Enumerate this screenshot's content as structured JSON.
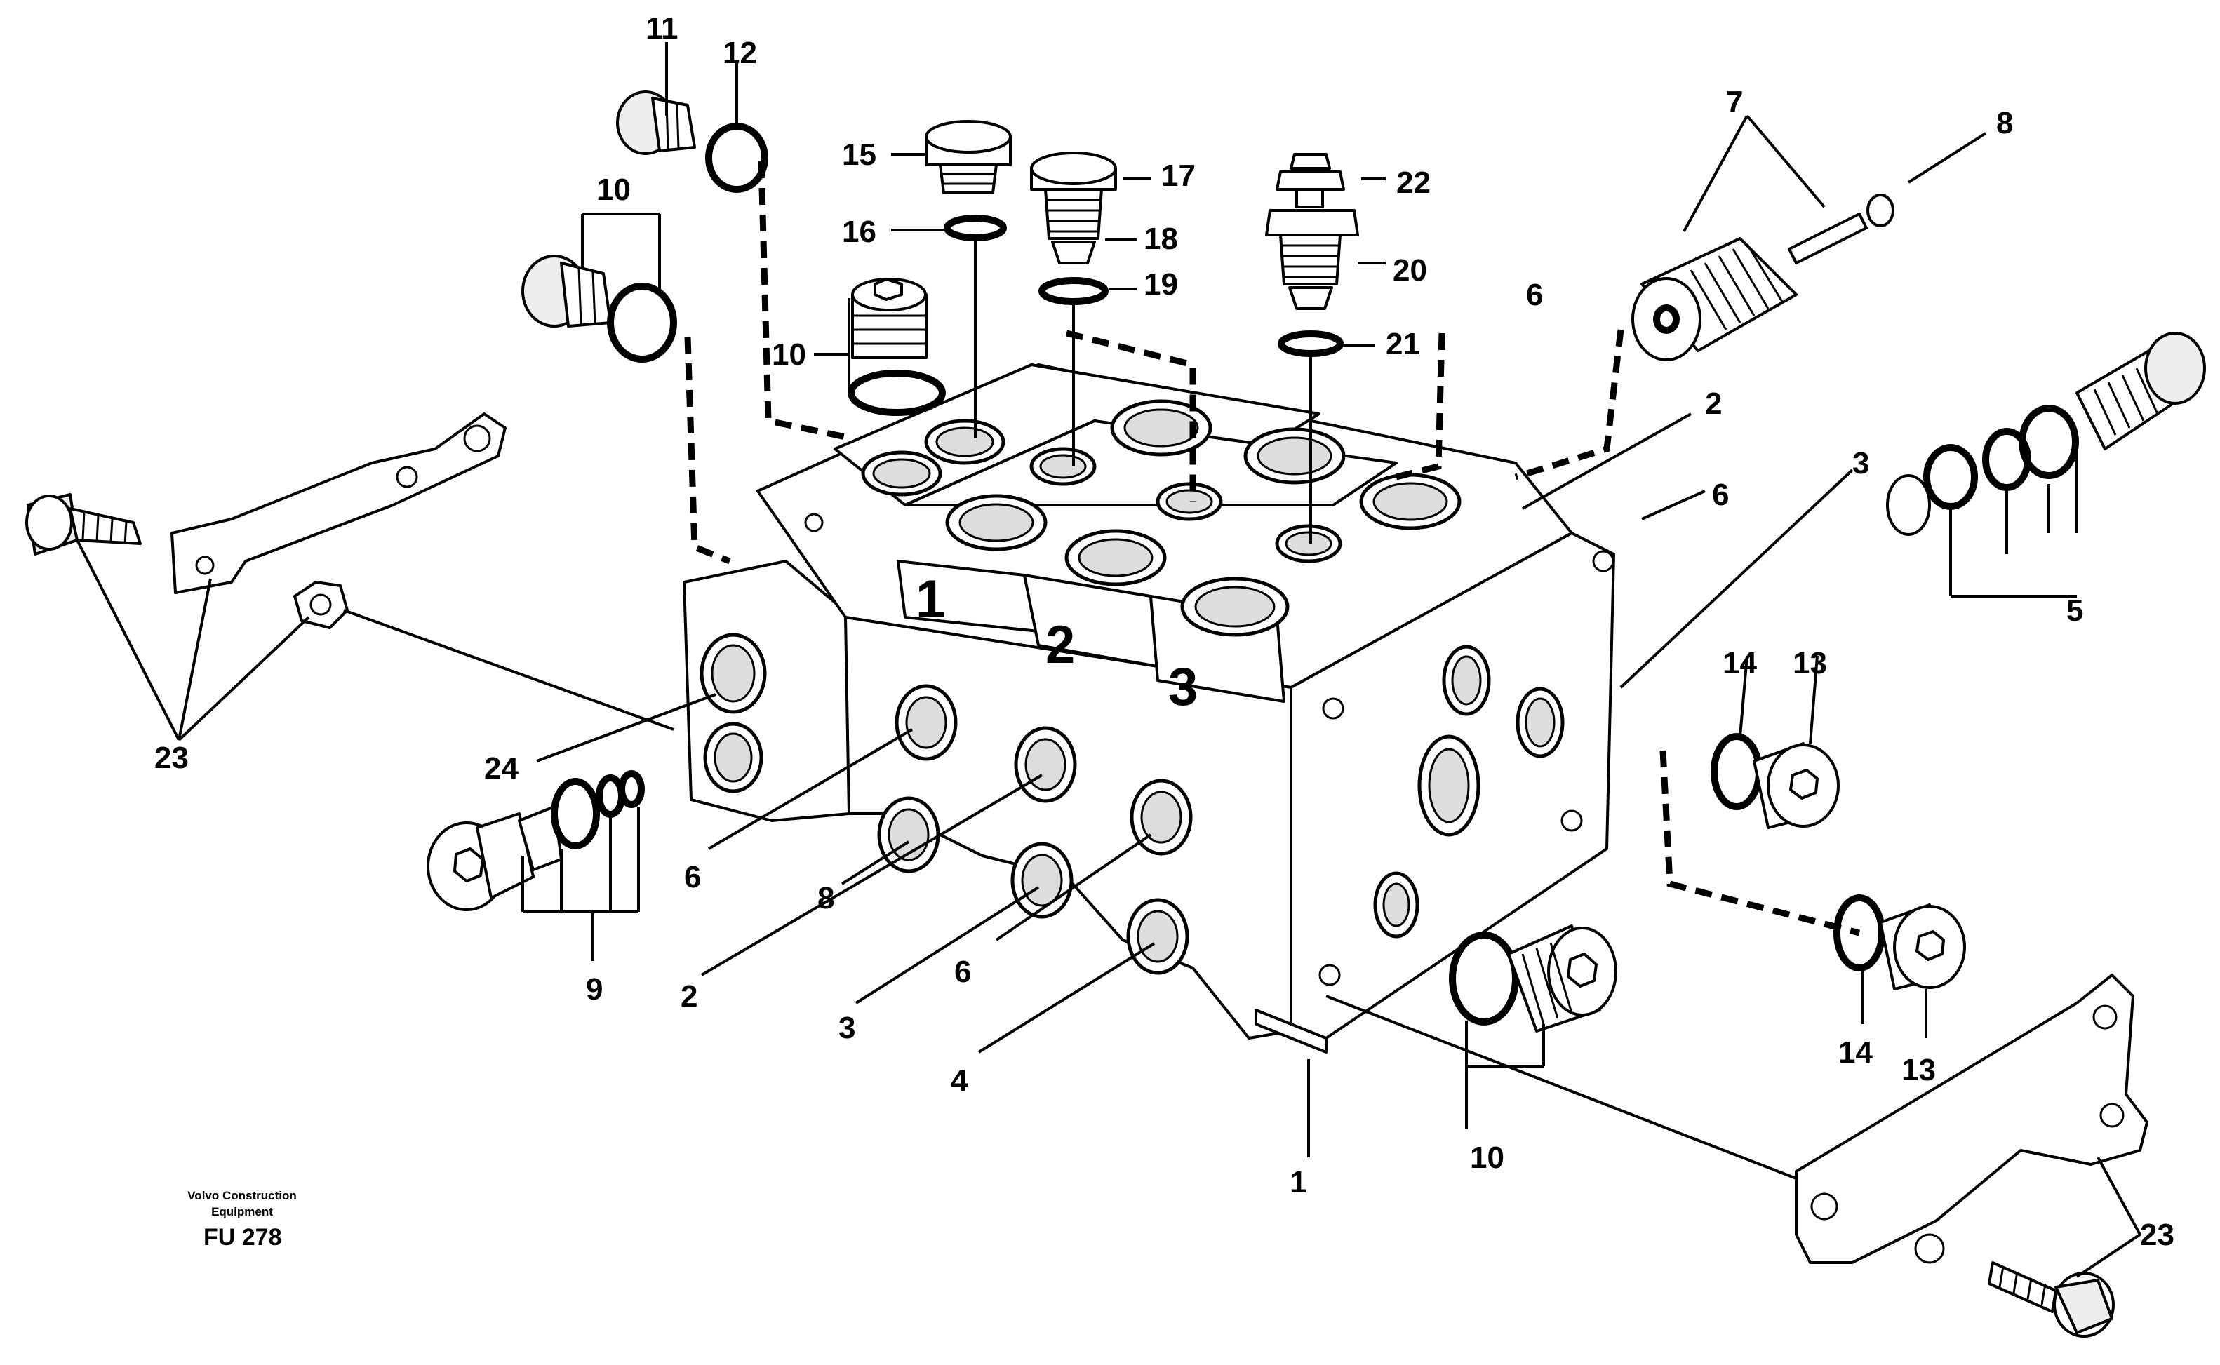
{
  "diagram": {
    "callouts": [
      "1",
      "2",
      "3",
      "4",
      "5",
      "6",
      "7",
      "8",
      "9",
      "10",
      "11",
      "12",
      "13",
      "14",
      "15",
      "16",
      "17",
      "18",
      "19",
      "20",
      "21",
      "22",
      "23",
      "24"
    ],
    "sections": [
      "1",
      "2",
      "3"
    ],
    "credit_line1": "Volvo Construction",
    "credit_line2": "Equipment",
    "figure_code": "FU 278"
  }
}
